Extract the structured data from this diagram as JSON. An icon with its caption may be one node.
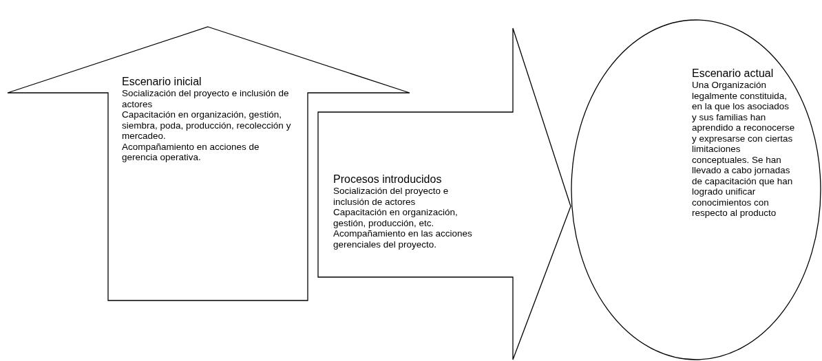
{
  "diagram": {
    "nodes": [
      {
        "text": [
          "Escenario inicial",
          "Socialización del proyecto e inclusión de actores",
          "Capacitación en organización, gestión, siembra, poda, producción, recolección y mercadeo.",
          "Acompañamiento en acciones de gerencia operativa."
        ]
      },
      {
        "text": [
          "Procesos introducidos",
          "Socialización del proyecto e inclusión de actores",
          "Capacitación en organización, gestión, producción, etc.",
          "Acompañamiento en las acciones gerenciales del proyecto."
        ]
      },
      {
        "text": [
          "Escenario actual",
          "Una Organización legalmente constituida, en la que los asociados y sus familias han aprendido a reconocerse y expresarse con ciertas limitaciones conceptuales. Se han llevado a cabo jornadas de capacitación que han logrado unificar conocimientos con respecto al producto"
        ]
      }
    ]
  }
}
